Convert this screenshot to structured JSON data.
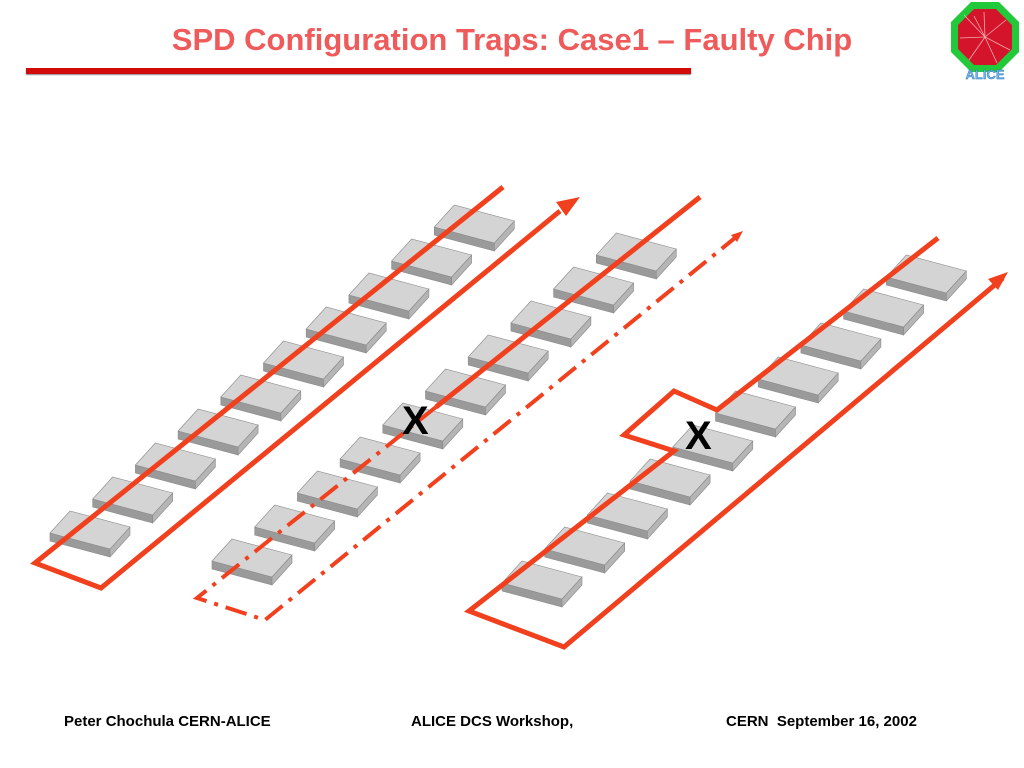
{
  "slide": {
    "title": "SPD Configuration Traps: Case1 – Faulty Chip",
    "logo_text": "ALICE",
    "fault_marks": [
      "X",
      "X"
    ]
  },
  "footer": {
    "left": "Peter Chochula CERN-ALICE",
    "center": "ALICE DCS Workshop,",
    "right": "CERN  September 16, 2002"
  },
  "colors": {
    "title": "#ef5a5a",
    "rule": "#d10a0a",
    "path": "#f0401e",
    "chip_top": "#d4d4d4",
    "chip_side": "#9a9a9a"
  }
}
